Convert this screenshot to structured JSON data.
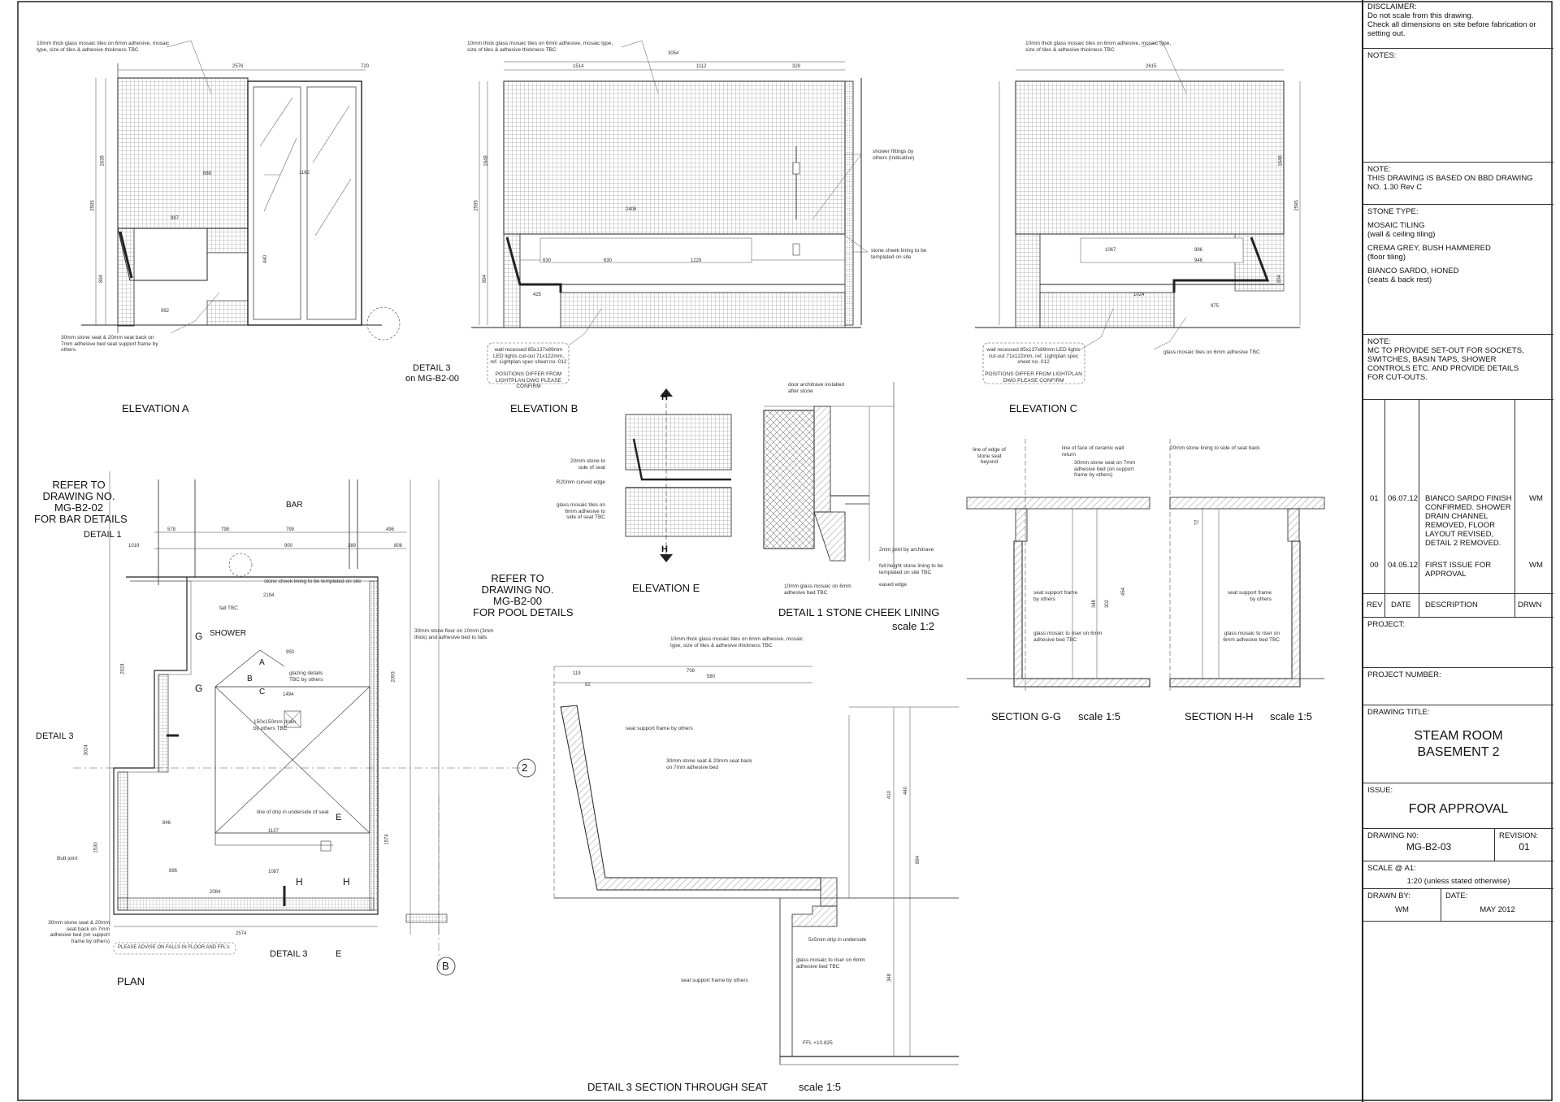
{
  "views": {
    "elevation_a": "ELEVATION A",
    "elevation_b": "ELEVATION B",
    "elevation_c": "ELEVATION C",
    "elevation_e": "ELEVATION E",
    "plan": "PLAN",
    "detail_1_title": "DETAIL 1   STONE CHEEK LINING",
    "detail_1_scale": "scale 1:2",
    "section_gg": "SECTION G-G",
    "section_gg_scale": "scale 1:5",
    "section_hh": "SECTION H-H",
    "section_hh_scale": "scale 1:5",
    "detail_3_title": "DETAIL 3   SECTION THROUGH SEAT",
    "detail_3_scale": "scale 1:5"
  },
  "callouts": {
    "detail3_ref_a": "DETAIL 3",
    "detail3_ref_b": "on MG-B2-00",
    "refer_bar": [
      "REFER TO",
      "DRAWING NO.",
      "MG-B2-02",
      "FOR BAR DETAILS"
    ],
    "refer_pool": [
      "REFER TO",
      "DRAWING NO.",
      "MG-B2-00",
      "FOR POOL DETAILS"
    ],
    "detail1_plan": "DETAIL 1",
    "detail3_plan_left": "DETAIL 3",
    "detail3_plan_bottom": "DETAIL 3",
    "bar": "BAR",
    "shower": "SHOWER",
    "grid_2": "2",
    "grid_b": "B",
    "section_h": "H",
    "section_g": "G",
    "section_e": "E",
    "mark_a": "A",
    "mark_b": "B",
    "mark_c": "C"
  },
  "notes": {
    "mosaic_tiles": "10mm thick glass mosaic tiles on 6mm adhesive, mosaic type, size of tiles & adhesive thickness TBC",
    "seat_support": "30mm stone seat & 20mm seat back on 7mm adhesive bed seat support frame by others",
    "led_light": "wall recessed 85x137x89mm LED lights cut-out 71x122mm, ref. Lightplan spec sheet no. 012",
    "led_confirm": "POSITIONS DIFFER FROM LIGHTPLAN DWG PLEASE CONFIRM",
    "shower_fittings": "shower fittings by others (indicative)",
    "stone_cheek_lining": "stone cheek lining to be templated on site",
    "glass_mosaic_adhesive": "glass mosaic tiles on 6mm adhesive TBC",
    "door_architrave": "door architrave installed after stone",
    "joint_architrave": "2mm joint by architrave",
    "full_height_stone": "full height stone lining to be templated on site TBC",
    "eased_edge": "eased edge",
    "mosaic_10mm": "10mm glass mosaic on 6mm adhesive bed TBC",
    "stone_side_seat": "20mm stone to side of seat",
    "curved_edge": "R20mm curved edge",
    "glass_mosaic_side": "glass mosaic tiles on 6mm adhesive to side of seat TBC",
    "ceramic_return": "line of face of ceramic wall return",
    "stone_seat_7mm": "30mm stone seat on 7mm adhesive bed (on support frame by others)",
    "line_edge_seat": "line of edge of stone seat beyond",
    "stone_lining_back": "20mm stone lining to side of seat back",
    "seat_frame": "seat support frame by others",
    "glass_riser": "glass mosaic to riser on 6mm adhesive bed TBC",
    "floor_stone": "30mm stone floor on 10mm (3mm thick) and adhesive bed to falls",
    "glazing": "glazing details TBC by others",
    "drain": "150x150mm drain by others TBC",
    "drip_line": "line of drip in underside of seat",
    "butt_joint": "Butt joint",
    "falls_note": "PLEASE ADVISE ON FALLS IN FLOOR AND FFL's",
    "ffl": "FFL +10.825",
    "drip": "5x5mm drip in underside",
    "seat_back_det3": "30mm stone seat & 20mm seat back on 7mm adhesive bed",
    "seat_frame_det3": "seat support frame by others",
    "glass_riser_det3": "glass mosaic to riser on 6mm adhesive bed TBC",
    "plan_seat": "30mm stone seat & 20mm seat back on 7mm adhesive bed (on support frame by others)",
    "fall_note": "fall TBC"
  },
  "dims": {
    "a_w1": "2576",
    "a_w2": "720",
    "a_h1": "2595",
    "a_h2": "1638",
    "a_h3": "894",
    "a_d1": "1162",
    "a_d2": "888",
    "a_d3": "997",
    "a_d4": "440",
    "a_d5": "992",
    "b_w": "3054",
    "b_w1": "1514",
    "b_w2": "1112",
    "b_w3": "328",
    "b_h1": "2595",
    "b_h2": "1648",
    "b_h3": "894",
    "b_d1": "2408",
    "b_d2": "630",
    "b_d3": "630",
    "b_d4": "1229",
    "b_d5": "425",
    "c_w": "2615",
    "c_h1": "2595",
    "c_h2": "1648",
    "c_h3": "894",
    "c_d1": "1067",
    "c_d2": "996",
    "c_d3": "946",
    "c_d4": "1024",
    "c_d5": "975",
    "p_w1": "578",
    "p_w2": "798",
    "p_w3": "799",
    "p_w4": "496",
    "p_w5": "1019",
    "p_w6": "900",
    "p_w7": "389",
    "p_w8": "806",
    "p_d1": "2194",
    "p_d2": "950",
    "p_d3": "1494",
    "p_d4": "1137",
    "p_d5": "1087",
    "p_d6": "846",
    "p_d7": "896",
    "p_d8": "2084",
    "p_d9": "2574",
    "p_h1": "2024",
    "p_h2": "3024",
    "p_h3": "1530",
    "p_h4": "2093",
    "p_h5": "1574",
    "d3_w1": "708",
    "d3_w2": "580",
    "d3_w3": "119",
    "d3_w4": "82",
    "d3_h1": "440",
    "d3_h2": "410",
    "d3_h3": "894",
    "d3_h4": "348",
    "s_h1": "302",
    "s_h2": "454",
    "s_h3": "348",
    "s_h4": "72"
  },
  "title_block": {
    "disclaimer_title": "DISCLAIMER:",
    "disclaimer_text": [
      "Do not scale from this drawing.",
      "Check all dimensions on site before fabrication or",
      "setting out."
    ],
    "notes_title": "NOTES:",
    "note1_title": "NOTE:",
    "note1_text": [
      "THIS DRAWING IS BASED ON BBD DRAWING",
      "NO. 1.30 Rev C"
    ],
    "stone_type_title": "STONE TYPE:",
    "stone_types": [
      {
        "name": "MOSAIC TILING",
        "desc": "(wall & ceiling tiling)"
      },
      {
        "name": "CREMA GREY, BUSH HAMMERED",
        "desc": "(floor tiling)"
      },
      {
        "name": "BIANCO SARDO, HONED",
        "desc": "(seats & back rest)"
      }
    ],
    "note2_title": "NOTE:",
    "note2_text": [
      "MC TO PROVIDE SET-OUT FOR SOCKETS,",
      "SWITCHES, BASIN TAPS, SHOWER",
      "CONTROLS  ETC. AND PROVIDE DETAILS",
      "FOR CUT-OUTS."
    ],
    "revisions": [
      {
        "rev": "01",
        "date": "06.07.12",
        "desc": [
          "BIANCO SARDO FINISH",
          "CONFIRMED. SHOWER",
          "DRAIN CHANNEL",
          "REMOVED, FLOOR",
          "LAYOUT REVISED,",
          "DETAIL 2 REMOVED."
        ],
        "drwn": "WM"
      },
      {
        "rev": "00",
        "date": "04.05.12",
        "desc": [
          "FIRST ISSUE FOR",
          "APPROVAL"
        ],
        "drwn": "WM"
      }
    ],
    "rev_headers": {
      "rev": "REV",
      "date": "DATE",
      "desc": "DESCRIPTION",
      "drwn": "DRWN"
    },
    "project_label": "PROJECT:",
    "project_number_label": "PROJECT NUMBER:",
    "drawing_title_label": "DRAWING TITLE:",
    "drawing_title": [
      "STEAM ROOM",
      "BASEMENT 2"
    ],
    "issue_label": "ISSUE:",
    "issue": "FOR APPROVAL",
    "drawing_no_label": "DRAWING N0:",
    "drawing_no": "MG-B2-03",
    "revision_label": "REVISION:",
    "revision": "01",
    "scale_label": "SCALE @ A1:",
    "scale": "1:20 (unless stated otherwise)",
    "drawn_by_label": "DRAWN BY:",
    "drawn_by": "WM",
    "date_label": "DATE:",
    "date": "MAY 2012"
  }
}
